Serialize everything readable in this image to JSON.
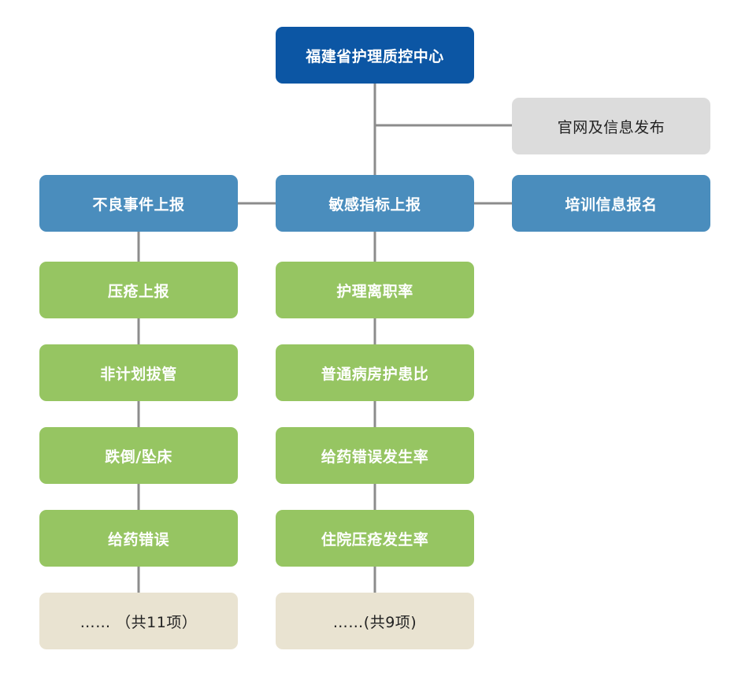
{
  "colors": {
    "root": "#0c56a4",
    "category": "#4a8dbd",
    "publish": "#dcdcdc",
    "item": "#96c562",
    "more": "#e9e3d1",
    "connector": "#8c8c8c"
  },
  "root": {
    "label": "福建省护理质控中心"
  },
  "publish": {
    "label": "官网及信息发布"
  },
  "categories": {
    "adverse": {
      "label": "不良事件上报"
    },
    "sensitive": {
      "label": "敏感指标上报"
    },
    "training": {
      "label": "培训信息报名"
    }
  },
  "adverse_items": [
    {
      "label": "压疮上报"
    },
    {
      "label": "非计划拔管"
    },
    {
      "label": "跌倒/坠床"
    },
    {
      "label": "给药错误"
    },
    {
      "label": "…… （共11项）"
    }
  ],
  "sensitive_items": [
    {
      "label": "护理离职率"
    },
    {
      "label": "普通病房护患比"
    },
    {
      "label": "给药错误发生率"
    },
    {
      "label": "住院压疮发生率"
    },
    {
      "label": "……(共9项)"
    }
  ]
}
